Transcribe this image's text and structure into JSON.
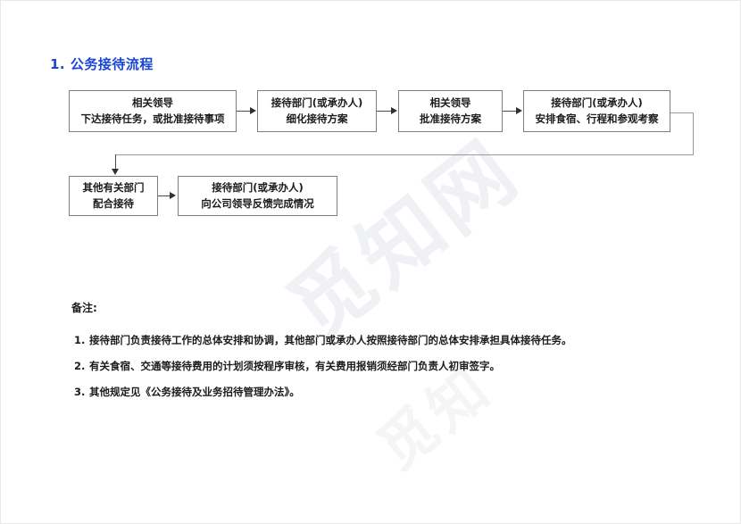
{
  "document": {
    "title": "1. 公务接待流程",
    "watermark": {
      "line1": "觅知网",
      "line2": "觅知"
    }
  },
  "flowchart": {
    "nodes": [
      {
        "id": "node-1",
        "line1": "相关领导",
        "line2": "下达接待任务，或批准接待事项"
      },
      {
        "id": "node-2",
        "line1": "接待部门(或承办人)",
        "line2": "细化接待方案"
      },
      {
        "id": "node-3",
        "line1": "相关领导",
        "line2": "批准接待方案"
      },
      {
        "id": "node-4",
        "line1": "接待部门(或承办人)",
        "line2": "安排食宿、行程和参观考察"
      },
      {
        "id": "node-5",
        "line1": "其他有关部门",
        "line2": "配合接待"
      },
      {
        "id": "node-6",
        "line1": "接待部门(或承办人)",
        "line2": "向公司领导反馈完成情况"
      }
    ]
  },
  "notes": {
    "title": "备注:",
    "items": [
      {
        "num": "1.",
        "text": "接待部门负责接待工作的总体安排和协调，其他部门或承办人按照接待部门的总体安排承担具体接待任务。"
      },
      {
        "num": "2.",
        "text": "有关食宿、交通等接待费用的计划须按程序审核，有关费用报销须经部门负责人初审签字。"
      },
      {
        "num": "3.",
        "text": "其他规定见《公务接待及业务招待管理办法》。"
      }
    ]
  },
  "colors": {
    "title_blue": "#1a44d6",
    "node_border": "#7d7d7d",
    "connector": "#4a4a4a",
    "text": "#1b1b1b",
    "watermark": "#f0f1f4",
    "page_background": "#ffffff"
  }
}
